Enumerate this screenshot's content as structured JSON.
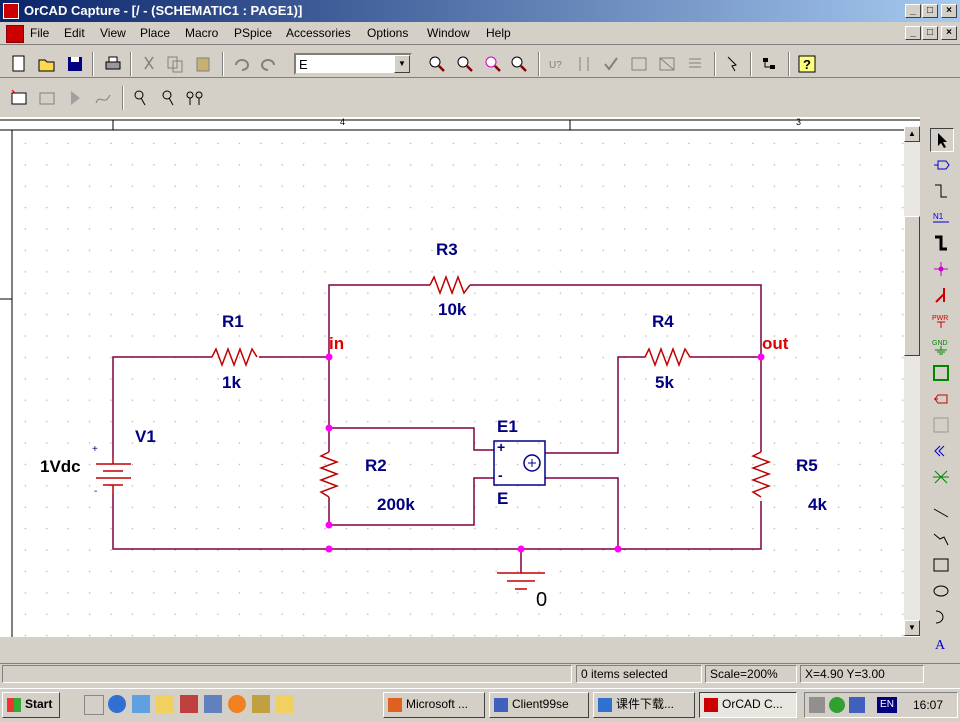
{
  "window": {
    "title": "OrCAD Capture - [/ - (SCHEMATIC1 : PAGE1)]"
  },
  "menu": [
    "File",
    "Edit",
    "View",
    "Place",
    "Macro",
    "PSpice",
    "Accessories",
    "Options",
    "Window",
    "Help"
  ],
  "toolbar": {
    "part_combo_value": "E"
  },
  "schematic": {
    "parts": {
      "r1": {
        "ref": "R1",
        "value": "1k"
      },
      "r2": {
        "ref": "R2",
        "value": "200k"
      },
      "r3": {
        "ref": "R3",
        "value": "10k"
      },
      "r4": {
        "ref": "R4",
        "value": "5k"
      },
      "r5": {
        "ref": "R5",
        "value": "4k"
      },
      "v1": {
        "ref": "V1",
        "value": "1Vdc",
        "plus": "+",
        "minus": "-"
      },
      "e1": {
        "ref": "E1",
        "name": "E",
        "plus": "+",
        "minus": "-"
      }
    },
    "nets": {
      "in": "in",
      "out": "out",
      "ground": "0"
    },
    "ruler": {
      "mark_4": "4",
      "mark_3": "3"
    },
    "colors": {
      "wire": "#800040",
      "part": "#c00000",
      "label": "#000080",
      "net_label": "#e00000",
      "junction": "#ff00ff",
      "grid": "#c0c0c0"
    }
  },
  "status": {
    "selection": "0 items selected",
    "scale": "Scale=200%",
    "coords": "X=4.90  Y=3.00"
  },
  "taskbar": {
    "start": "Start",
    "tasks": [
      "Microsoft ...",
      "Client99se",
      "课件下载...",
      "OrCAD C..."
    ],
    "lang": "EN",
    "clock": "16:07"
  }
}
